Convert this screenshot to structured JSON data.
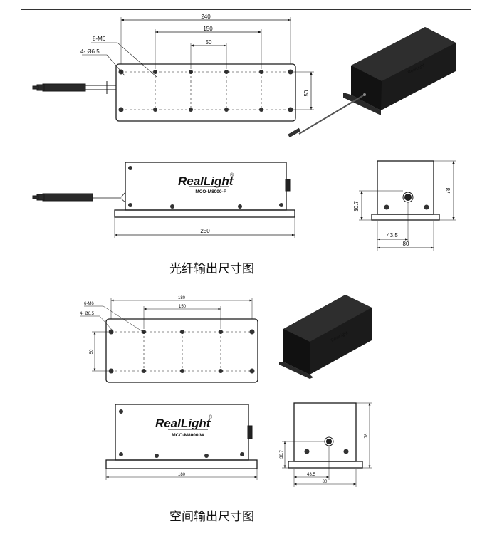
{
  "captions": {
    "fiber_output": "光纤输出尺寸图",
    "free_space_output": "空间输出尺寸图"
  },
  "fiber_drawing": {
    "top_view": {
      "overall_length": "240",
      "hole_span": "150",
      "hole_pitch": "50",
      "height": "50",
      "thread_label": "8-M6",
      "hole_label": "4- Ø6.5"
    },
    "front_view": {
      "brand": "RealLight",
      "brand_mark": "®",
      "model": "MCO-M8000-F",
      "base_length": "250"
    },
    "side_view": {
      "aperture_height": "30.7",
      "total_height": "78",
      "aperture_offset": "43.5",
      "width": "80"
    }
  },
  "free_space_drawing": {
    "top_view": {
      "overall_length": "180",
      "hole_span": "150",
      "height": "50",
      "thread_label": "6-M6",
      "hole_label": "4- Ø6.5"
    },
    "front_view": {
      "brand": "RealLight",
      "brand_mark": "®",
      "model": "MCO-M8000-W",
      "base_length": "180"
    },
    "side_view": {
      "aperture_height": "30.7",
      "total_height": "78",
      "aperture_offset": "43.5",
      "width": "80"
    },
    "device_brand": "RealLight"
  },
  "colors": {
    "line": "#1a1a1a",
    "device_body": "#1b1b1b",
    "top_rule": "#333333"
  }
}
